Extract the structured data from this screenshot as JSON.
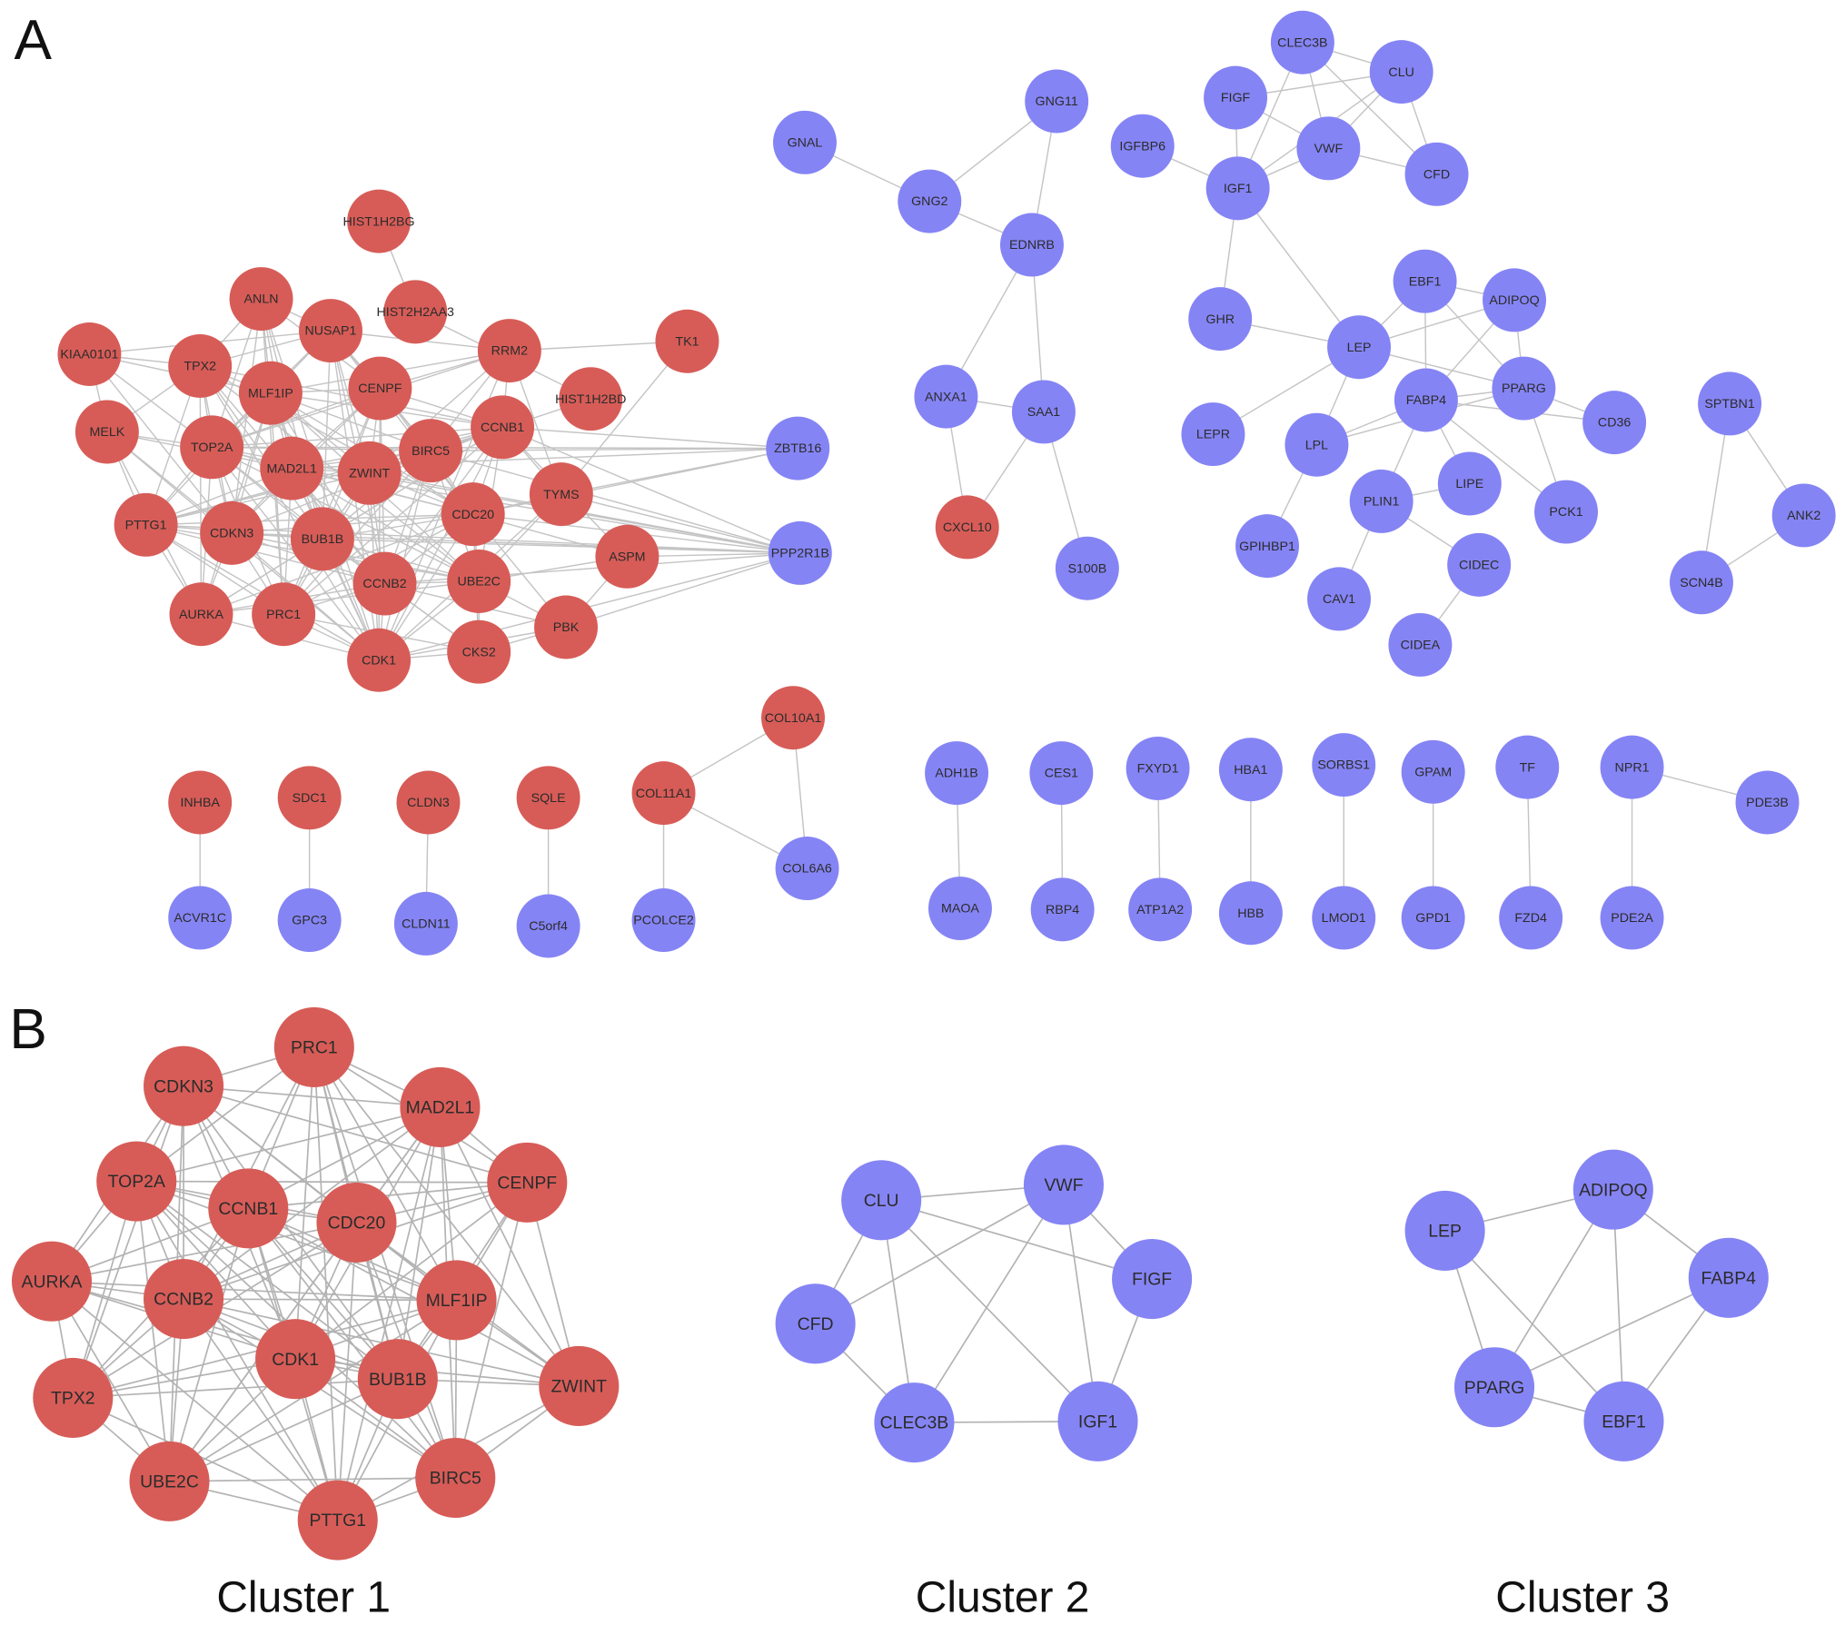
{
  "colors": {
    "red": "#d75c57",
    "blue": "#8584f5"
  },
  "panel_a": {
    "label": "A",
    "nodes": [
      {
        "label": "HIST1H2BG",
        "color": "red"
      },
      {
        "label": "ANLN",
        "color": "red"
      },
      {
        "label": "HIST2H2AA3",
        "color": "red"
      },
      {
        "label": "NUSAP1",
        "color": "red"
      },
      {
        "label": "KIAA0101",
        "color": "red"
      },
      {
        "label": "TPX2",
        "color": "red"
      },
      {
        "label": "RRM2",
        "color": "red"
      },
      {
        "label": "TK1",
        "color": "red"
      },
      {
        "label": "MLF1IP",
        "color": "red"
      },
      {
        "label": "CENPF",
        "color": "red"
      },
      {
        "label": "HIST1H2BD",
        "color": "red"
      },
      {
        "label": "MELK",
        "color": "red"
      },
      {
        "label": "TOP2A",
        "color": "red"
      },
      {
        "label": "BIRC5",
        "color": "red"
      },
      {
        "label": "CCNB1",
        "color": "red"
      },
      {
        "label": "MAD2L1",
        "color": "red"
      },
      {
        "label": "ZWINT",
        "color": "red"
      },
      {
        "label": "TYMS",
        "color": "red"
      },
      {
        "label": "CDC20",
        "color": "red"
      },
      {
        "label": "PTTG1",
        "color": "red"
      },
      {
        "label": "CDKN3",
        "color": "red"
      },
      {
        "label": "BUB1B",
        "color": "red"
      },
      {
        "label": "ASPM",
        "color": "red"
      },
      {
        "label": "CCNB2",
        "color": "red"
      },
      {
        "label": "UBE2C",
        "color": "red"
      },
      {
        "label": "AURKA",
        "color": "red"
      },
      {
        "label": "PRC1",
        "color": "red"
      },
      {
        "label": "PBK",
        "color": "red"
      },
      {
        "label": "CDK1",
        "color": "red"
      },
      {
        "label": "CKS2",
        "color": "red"
      },
      {
        "label": "ZBTB16",
        "color": "blue"
      },
      {
        "label": "PPP2R1B",
        "color": "blue"
      },
      {
        "label": "GNAL",
        "color": "blue"
      },
      {
        "label": "GNG11",
        "color": "blue"
      },
      {
        "label": "GNG2",
        "color": "blue"
      },
      {
        "label": "EDNRB",
        "color": "blue"
      },
      {
        "label": "ANXA1",
        "color": "blue"
      },
      {
        "label": "SAA1",
        "color": "blue"
      },
      {
        "label": "CXCL10",
        "color": "red"
      },
      {
        "label": "S100B",
        "color": "blue"
      },
      {
        "label": "CLEC3B",
        "color": "blue"
      },
      {
        "label": "CLU",
        "color": "blue"
      },
      {
        "label": "FIGF",
        "color": "blue"
      },
      {
        "label": "IGFBP6",
        "color": "blue"
      },
      {
        "label": "VWF",
        "color": "blue"
      },
      {
        "label": "CFD",
        "color": "blue"
      },
      {
        "label": "IGF1",
        "color": "blue"
      },
      {
        "label": "EBF1",
        "color": "blue"
      },
      {
        "label": "ADIPOQ",
        "color": "blue"
      },
      {
        "label": "GHR",
        "color": "blue"
      },
      {
        "label": "LEP",
        "color": "blue"
      },
      {
        "label": "FABP4",
        "color": "blue"
      },
      {
        "label": "PPARG",
        "color": "blue"
      },
      {
        "label": "CD36",
        "color": "blue"
      },
      {
        "label": "SPTBN1",
        "color": "blue"
      },
      {
        "label": "LEPR",
        "color": "blue"
      },
      {
        "label": "LPL",
        "color": "blue"
      },
      {
        "label": "LIPE",
        "color": "blue"
      },
      {
        "label": "PLIN1",
        "color": "blue"
      },
      {
        "label": "PCK1",
        "color": "blue"
      },
      {
        "label": "ANK2",
        "color": "blue"
      },
      {
        "label": "GPIHBP1",
        "color": "blue"
      },
      {
        "label": "CIDEC",
        "color": "blue"
      },
      {
        "label": "SCN4B",
        "color": "blue"
      },
      {
        "label": "CAV1",
        "color": "blue"
      },
      {
        "label": "CIDEA",
        "color": "blue"
      },
      {
        "label": "INHBA",
        "color": "red"
      },
      {
        "label": "ACVR1C",
        "color": "blue"
      },
      {
        "label": "SDC1",
        "color": "red"
      },
      {
        "label": "GPC3",
        "color": "blue"
      },
      {
        "label": "CLDN3",
        "color": "red"
      },
      {
        "label": "CLDN11",
        "color": "blue"
      },
      {
        "label": "SQLE",
        "color": "red"
      },
      {
        "label": "C5orf4",
        "color": "blue"
      },
      {
        "label": "COL11A1",
        "color": "red"
      },
      {
        "label": "PCOLCE2",
        "color": "blue"
      },
      {
        "label": "COL10A1",
        "color": "red"
      },
      {
        "label": "COL6A6",
        "color": "blue"
      },
      {
        "label": "ADH1B",
        "color": "blue"
      },
      {
        "label": "MAOA",
        "color": "blue"
      },
      {
        "label": "CES1",
        "color": "blue"
      },
      {
        "label": "RBP4",
        "color": "blue"
      },
      {
        "label": "FXYD1",
        "color": "blue"
      },
      {
        "label": "ATP1A2",
        "color": "blue"
      },
      {
        "label": "HBA1",
        "color": "blue"
      },
      {
        "label": "HBB",
        "color": "blue"
      },
      {
        "label": "SORBS1",
        "color": "blue"
      },
      {
        "label": "LMOD1",
        "color": "blue"
      },
      {
        "label": "GPAM",
        "color": "blue"
      },
      {
        "label": "GPD1",
        "color": "blue"
      },
      {
        "label": "TF",
        "color": "blue"
      },
      {
        "label": "FZD4",
        "color": "blue"
      },
      {
        "label": "NPR1",
        "color": "blue"
      },
      {
        "label": "PDE2A",
        "color": "blue"
      },
      {
        "label": "PDE3B",
        "color": "blue"
      }
    ],
    "adjacency": {
      "PRC1": [
        "CDKN3",
        "MAD2L1",
        "TOP2A",
        "CENPF",
        "CCNB1",
        "CDC20",
        "CCNB2",
        "MLF1IP",
        "CDK1",
        "BUB1B",
        "ZWINT",
        "BIRC5",
        "PTTG1"
      ],
      "CDKN3": [
        "MAD2L1",
        "TOP2A",
        "CENPF",
        "CCNB1",
        "CDC20",
        "AURKA",
        "CCNB2",
        "MLF1IP",
        "CDK1",
        "BUB1B",
        "TPX2",
        "UBE2C"
      ],
      "MAD2L1": [
        "TOP2A",
        "CENPF",
        "CCNB1",
        "CDC20",
        "CCNB2",
        "MLF1IP",
        "CDK1",
        "BUB1B",
        "ZWINT",
        "UBE2C",
        "BIRC5",
        "PTTG1"
      ],
      "TOP2A": [
        "CENPF",
        "CCNB1",
        "CDC20",
        "AURKA",
        "CCNB2",
        "MLF1IP",
        "CDK1",
        "BUB1B",
        "TPX2",
        "UBE2C",
        "BIRC5",
        "PTTG1"
      ],
      "CENPF": [
        "CCNB1",
        "CDC20",
        "CCNB2",
        "MLF1IP",
        "CDK1",
        "BUB1B",
        "ZWINT",
        "BIRC5"
      ],
      "CCNB1": [
        "CDC20",
        "AURKA",
        "CCNB2",
        "MLF1IP",
        "CDK1",
        "BUB1B",
        "ZWINT",
        "TPX2",
        "UBE2C",
        "BIRC5",
        "PTTG1"
      ],
      "CDC20": [
        "AURKA",
        "CCNB2",
        "MLF1IP",
        "CDK1",
        "BUB1B",
        "ZWINT",
        "TPX2",
        "UBE2C",
        "BIRC5",
        "PTTG1"
      ],
      "AURKA": [
        "CCNB2",
        "MLF1IP",
        "CDK1",
        "BUB1B",
        "TPX2",
        "UBE2C",
        "PTTG1"
      ],
      "CCNB2": [
        "MLF1IP",
        "CDK1",
        "BUB1B",
        "ZWINT",
        "TPX2",
        "UBE2C",
        "BIRC5",
        "PTTG1"
      ],
      "MLF1IP": [
        "CDK1",
        "BUB1B",
        "ZWINT",
        "TPX2",
        "UBE2C",
        "BIRC5",
        "PTTG1"
      ],
      "CDK1": [
        "BUB1B",
        "ZWINT",
        "TPX2",
        "UBE2C",
        "BIRC5",
        "PTTG1"
      ],
      "BUB1B": [
        "ZWINT",
        "TPX2",
        "UBE2C",
        "BIRC5",
        "PTTG1"
      ],
      "ZWINT": [
        "BIRC5",
        "PTTG1"
      ],
      "TPX2": [
        "UBE2C",
        "PTTG1"
      ],
      "UBE2C": [
        "BIRC5",
        "PTTG1"
      ],
      "BIRC5": [
        "PTTG1"
      ],
      "HIST1H2BG": [
        "HIST2H2AA3"
      ],
      "HIST1H2BD": [
        "HIST2H2AA3",
        "ZWINT"
      ],
      "ANLN": [
        "TPX2",
        "NUSAP1",
        "MLF1IP",
        "CENPF",
        "TOP2A",
        "BUB1B",
        "PRC1",
        "CDK1",
        "CDKN3",
        "MAD2L1"
      ],
      "NUSAP1": [
        "TPX2",
        "MLF1IP",
        "CENPF",
        "RRM2",
        "TOP2A",
        "BIRC5",
        "ZWINT",
        "CDC20",
        "CCNB2",
        "CDK1",
        "BUB1B",
        "KIAA0101"
      ],
      "KIAA0101": [
        "TPX2",
        "MELK",
        "TOP2A",
        "CDKN3",
        "MLF1IP"
      ],
      "RRM2": [
        "CENPF",
        "CCNB1",
        "BIRC5",
        "TYMS",
        "TOP2A",
        "CDK1",
        "MLF1IP",
        "ZWINT",
        "TK1"
      ],
      "TK1": [
        "TYMS"
      ],
      "MELK": [
        "TPX2",
        "TOP2A",
        "PTTG1",
        "CDKN3",
        "CDK1",
        "MAD2L1",
        "AURKA"
      ],
      "TYMS": [
        "CDC20",
        "CCNB1",
        "CDK1",
        "UBE2C"
      ],
      "ASPM": [
        "CDC20",
        "UBE2C",
        "CCNB1",
        "PBK"
      ],
      "PBK": [
        "CDC20",
        "UBE2C",
        "CCNB2",
        "CDK1",
        "CKS2"
      ],
      "CKS2": [
        "CDK1",
        "CCNB2",
        "UBE2C",
        "CDC20",
        "PRC1",
        "BUB1B"
      ],
      "ZBTB16": [
        "CCNB1",
        "MAD2L1",
        "CDC20",
        "BIRC5",
        "TOP2A",
        "TYMS"
      ],
      "PPP2R1B": [
        "CCNB1",
        "CDC20",
        "CCNB2",
        "CDK1",
        "BUB1B",
        "ZWINT",
        "BIRC5",
        "MAD2L1",
        "TOP2A",
        "CDKN3",
        "PTTG1",
        "TYMS",
        "ASPM",
        "PBK"
      ],
      "GNAL": [
        "GNG2"
      ],
      "GNG2": [
        "GNG11",
        "EDNRB"
      ],
      "GNG11": [
        "EDNRB"
      ],
      "EDNRB": [
        "ANXA1",
        "SAA1"
      ],
      "ANXA1": [
        "SAA1",
        "CXCL10"
      ],
      "SAA1": [
        "CXCL10",
        "S100B"
      ],
      "CLU": [
        "VWF",
        "FIGF",
        "CFD",
        "CLEC3B",
        "IGF1"
      ],
      "VWF": [
        "CFD",
        "CLEC3B",
        "FIGF",
        "IGF1"
      ],
      "FIGF": [
        "IGF1"
      ],
      "CFD": [
        "CLEC3B"
      ],
      "CLEC3B": [
        "IGF1"
      ],
      "IGF1": [
        "IGFBP6",
        "GHR",
        "LEP"
      ],
      "LEP": [
        "GHR",
        "LEPR",
        "EBF1",
        "ADIPOQ",
        "PPARG",
        "LPL"
      ],
      "ADIPOQ": [
        "FABP4",
        "PPARG",
        "EBF1"
      ],
      "FABP4": [
        "PPARG",
        "EBF1",
        "CD36",
        "PLIN1",
        "LIPE",
        "LPL",
        "PCK1"
      ],
      "PPARG": [
        "EBF1",
        "CD36",
        "PCK1",
        "LPL"
      ],
      "LPL": [
        "GPIHBP1"
      ],
      "PLIN1": [
        "LIPE",
        "CIDEC",
        "CAV1"
      ],
      "CIDEC": [
        "CIDEA"
      ],
      "SPTBN1": [
        "SCN4B",
        "ANK2"
      ],
      "ANK2": [
        "SCN4B"
      ],
      "INHBA": [
        "ACVR1C"
      ],
      "SDC1": [
        "GPC3"
      ],
      "CLDN3": [
        "CLDN11"
      ],
      "SQLE": [
        "C5orf4"
      ],
      "COL11A1": [
        "PCOLCE2",
        "COL10A1",
        "COL6A6"
      ],
      "COL10A1": [
        "COL6A6"
      ],
      "ADH1B": [
        "MAOA"
      ],
      "CES1": [
        "RBP4"
      ],
      "FXYD1": [
        "ATP1A2"
      ],
      "HBA1": [
        "HBB"
      ],
      "SORBS1": [
        "LMOD1"
      ],
      "GPAM": [
        "GPD1"
      ],
      "TF": [
        "FZD4"
      ],
      "NPR1": [
        "PDE2A",
        "PDE3B"
      ]
    }
  },
  "panel_b": {
    "label": "B",
    "clusters": [
      {
        "title": "Cluster 1",
        "nodes": [
          {
            "label": "PRC1",
            "color": "red"
          },
          {
            "label": "CDKN3",
            "color": "red"
          },
          {
            "label": "MAD2L1",
            "color": "red"
          },
          {
            "label": "TOP2A",
            "color": "red"
          },
          {
            "label": "CENPF",
            "color": "red"
          },
          {
            "label": "CCNB1",
            "color": "red"
          },
          {
            "label": "CDC20",
            "color": "red"
          },
          {
            "label": "AURKA",
            "color": "red"
          },
          {
            "label": "CCNB2",
            "color": "red"
          },
          {
            "label": "MLF1IP",
            "color": "red"
          },
          {
            "label": "CDK1",
            "color": "red"
          },
          {
            "label": "BUB1B",
            "color": "red"
          },
          {
            "label": "ZWINT",
            "color": "red"
          },
          {
            "label": "TPX2",
            "color": "red"
          },
          {
            "label": "UBE2C",
            "color": "red"
          },
          {
            "label": "BIRC5",
            "color": "red"
          },
          {
            "label": "PTTG1",
            "color": "red"
          }
        ],
        "adjacency": {
          "PRC1": [
            "CDKN3",
            "MAD2L1",
            "TOP2A",
            "CENPF",
            "CCNB1",
            "CDC20",
            "CCNB2",
            "MLF1IP",
            "CDK1",
            "BUB1B",
            "ZWINT",
            "BIRC5",
            "PTTG1"
          ],
          "CDKN3": [
            "MAD2L1",
            "TOP2A",
            "CENPF",
            "CCNB1",
            "CDC20",
            "AURKA",
            "CCNB2",
            "MLF1IP",
            "CDK1",
            "BUB1B",
            "TPX2",
            "UBE2C"
          ],
          "MAD2L1": [
            "TOP2A",
            "CENPF",
            "CCNB1",
            "CDC20",
            "CCNB2",
            "MLF1IP",
            "CDK1",
            "BUB1B",
            "ZWINT",
            "UBE2C",
            "BIRC5",
            "PTTG1"
          ],
          "TOP2A": [
            "CENPF",
            "CCNB1",
            "CDC20",
            "AURKA",
            "CCNB2",
            "MLF1IP",
            "CDK1",
            "BUB1B",
            "TPX2",
            "UBE2C",
            "BIRC5",
            "PTTG1"
          ],
          "CENPF": [
            "CCNB1",
            "CDC20",
            "CCNB2",
            "MLF1IP",
            "CDK1",
            "BUB1B",
            "ZWINT",
            "BIRC5"
          ],
          "CCNB1": [
            "CDC20",
            "AURKA",
            "CCNB2",
            "MLF1IP",
            "CDK1",
            "BUB1B",
            "ZWINT",
            "TPX2",
            "UBE2C",
            "BIRC5",
            "PTTG1"
          ],
          "CDC20": [
            "AURKA",
            "CCNB2",
            "MLF1IP",
            "CDK1",
            "BUB1B",
            "ZWINT",
            "TPX2",
            "UBE2C",
            "BIRC5",
            "PTTG1"
          ],
          "AURKA": [
            "CCNB2",
            "MLF1IP",
            "CDK1",
            "BUB1B",
            "TPX2",
            "UBE2C",
            "PTTG1"
          ],
          "CCNB2": [
            "MLF1IP",
            "CDK1",
            "BUB1B",
            "ZWINT",
            "TPX2",
            "UBE2C",
            "BIRC5",
            "PTTG1"
          ],
          "MLF1IP": [
            "CDK1",
            "BUB1B",
            "ZWINT",
            "TPX2",
            "UBE2C",
            "BIRC5",
            "PTTG1"
          ],
          "CDK1": [
            "BUB1B",
            "ZWINT",
            "TPX2",
            "UBE2C",
            "BIRC5",
            "PTTG1"
          ],
          "BUB1B": [
            "ZWINT",
            "TPX2",
            "UBE2C",
            "BIRC5",
            "PTTG1"
          ],
          "ZWINT": [
            "BIRC5",
            "PTTG1"
          ],
          "TPX2": [
            "UBE2C",
            "PTTG1"
          ],
          "UBE2C": [
            "BIRC5",
            "PTTG1"
          ],
          "BIRC5": [
            "PTTG1"
          ]
        }
      },
      {
        "title": "Cluster 2",
        "nodes": [
          {
            "label": "CLU",
            "color": "blue"
          },
          {
            "label": "VWF",
            "color": "blue"
          },
          {
            "label": "FIGF",
            "color": "blue"
          },
          {
            "label": "CFD",
            "color": "blue"
          },
          {
            "label": "CLEC3B",
            "color": "blue"
          },
          {
            "label": "IGF1",
            "color": "blue"
          }
        ],
        "adjacency": {
          "CLU": [
            "VWF",
            "FIGF",
            "CFD",
            "CLEC3B",
            "IGF1"
          ],
          "VWF": [
            "CFD",
            "CLEC3B",
            "FIGF",
            "IGF1"
          ],
          "FIGF": [
            "IGF1"
          ],
          "CFD": [
            "CLEC3B"
          ],
          "CLEC3B": [
            "IGF1"
          ]
        }
      },
      {
        "title": "Cluster 3",
        "nodes": [
          {
            "label": "ADIPOQ",
            "color": "blue"
          },
          {
            "label": "LEP",
            "color": "blue"
          },
          {
            "label": "FABP4",
            "color": "blue"
          },
          {
            "label": "PPARG",
            "color": "blue"
          },
          {
            "label": "EBF1",
            "color": "blue"
          }
        ],
        "adjacency": {
          "LEP": [
            "ADIPOQ",
            "PPARG",
            "EBF1"
          ],
          "ADIPOQ": [
            "FABP4",
            "PPARG",
            "EBF1"
          ],
          "FABP4": [
            "PPARG",
            "EBF1"
          ],
          "PPARG": [
            "EBF1"
          ]
        }
      }
    ]
  }
}
